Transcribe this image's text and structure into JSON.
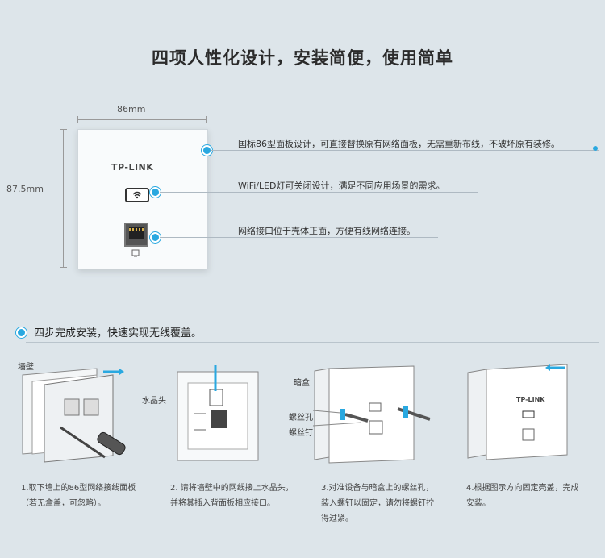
{
  "header": {
    "title": "四项人性化设计，安装简便，使用简单"
  },
  "dimensions": {
    "width": "86mm",
    "height": "87.5mm"
  },
  "panel": {
    "brand": "TP-LINK"
  },
  "features": [
    "国标86型面板设计，可直接替换原有网络面板，无需重新布线，不破坏原有装修。",
    "WiFi/LED灯可关闭设计，满足不同应用场景的需求。",
    "网络接口位于壳体正面，方便有线网络连接。"
  ],
  "steps_title": "四步完成安装，快速实现无线覆盖。",
  "labels": {
    "wall": "墙壁",
    "crystal": "水晶头",
    "box": "暗盒",
    "screw_hole": "螺丝孔",
    "screw": "螺丝钉"
  },
  "steps": [
    {
      "line1": "1.取下墙上的86型网络接线面板",
      "line2": "（若无盒盖，可忽略）。",
      "line3": ""
    },
    {
      "line1": "2. 请将墙壁中的网线接上水晶头，",
      "line2": "并将其插入背面板相应接口。",
      "line3": ""
    },
    {
      "line1": "3.对准设备与暗盒上的螺丝孔，",
      "line2": "装入螺钉以固定，请勿将螺钉拧",
      "line3": "得过紧。"
    },
    {
      "line1": "4.根据图示方向固定壳盖，完成",
      "line2": "安装。",
      "line3": ""
    }
  ],
  "colors": {
    "accent": "#29a8e0",
    "background": "#dde5ea"
  }
}
